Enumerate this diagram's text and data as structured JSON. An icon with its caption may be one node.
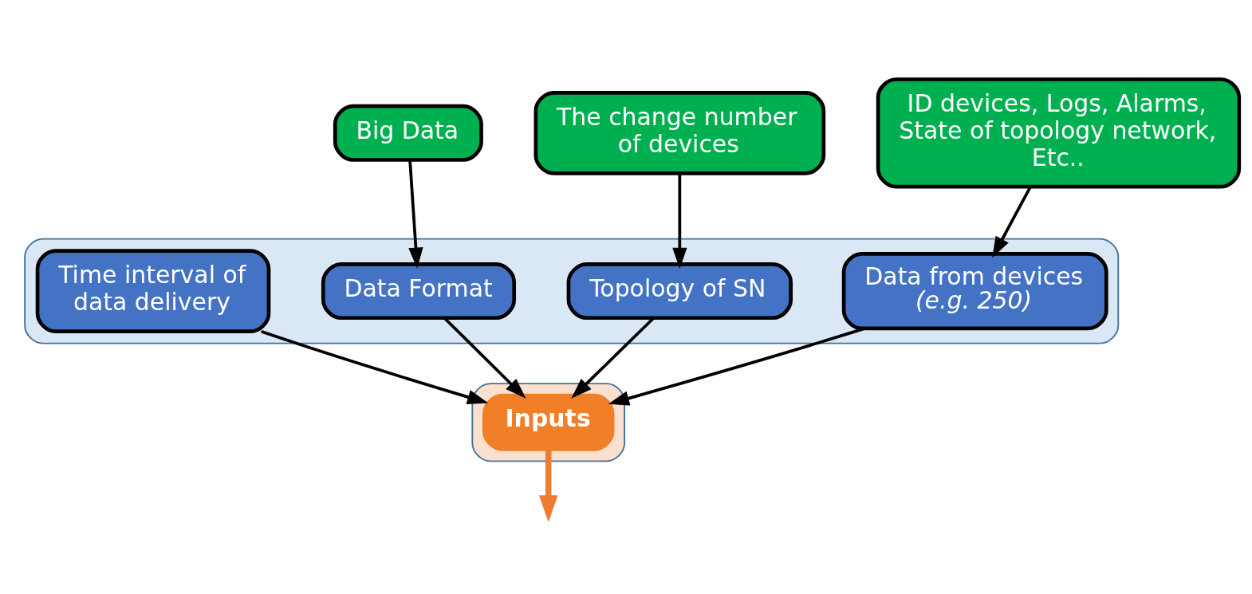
{
  "diagram": {
    "nodes": [
      {
        "text": [
          "Big Data"
        ]
      },
      {
        "text": [
          "The change number of devices"
        ]
      },
      {
        "text": [
          "ID devices, Logs, Alarms, State of topology network, Etc.."
        ]
      },
      {
        "text": [],
        "shape": "box"
      },
      {
        "text": [
          "Inputs"
        ],
        "in": 3
      },
      {
        "text": [],
        "shape": "box"
      },
      {
        "text": [
          "Data Format"
        ],
        "in": 5
      },
      {
        "text": [
          "Topology of SN"
        ],
        "in": 5
      },
      {
        "text": [
          "Data from devices",
          "(e.g. 250)"
        ],
        "in": 5
      },
      {
        "text": [
          "Time interval of data delivery"
        ],
        "in": 5
      }
    ],
    "edges": [
      {
        "from": 0,
        "to": 6,
        "arrow": "to"
      },
      {
        "from": 1,
        "to": 7,
        "arrow": "to"
      },
      {
        "from": 2,
        "to": 8,
        "arrow": "to"
      },
      {
        "from": 6,
        "to": 4,
        "arrow": "to"
      },
      {
        "from": 7,
        "to": 4,
        "arrow": "to"
      },
      {
        "from": 8,
        "to": 4,
        "arrow": "to"
      },
      {
        "from": 9,
        "to": 4,
        "arrow": "to"
      },
      {
        "from": 4,
        "to": null,
        "arrow": "to",
        "color": "#ed7d31",
        "style": "thick"
      }
    ]
  }
}
